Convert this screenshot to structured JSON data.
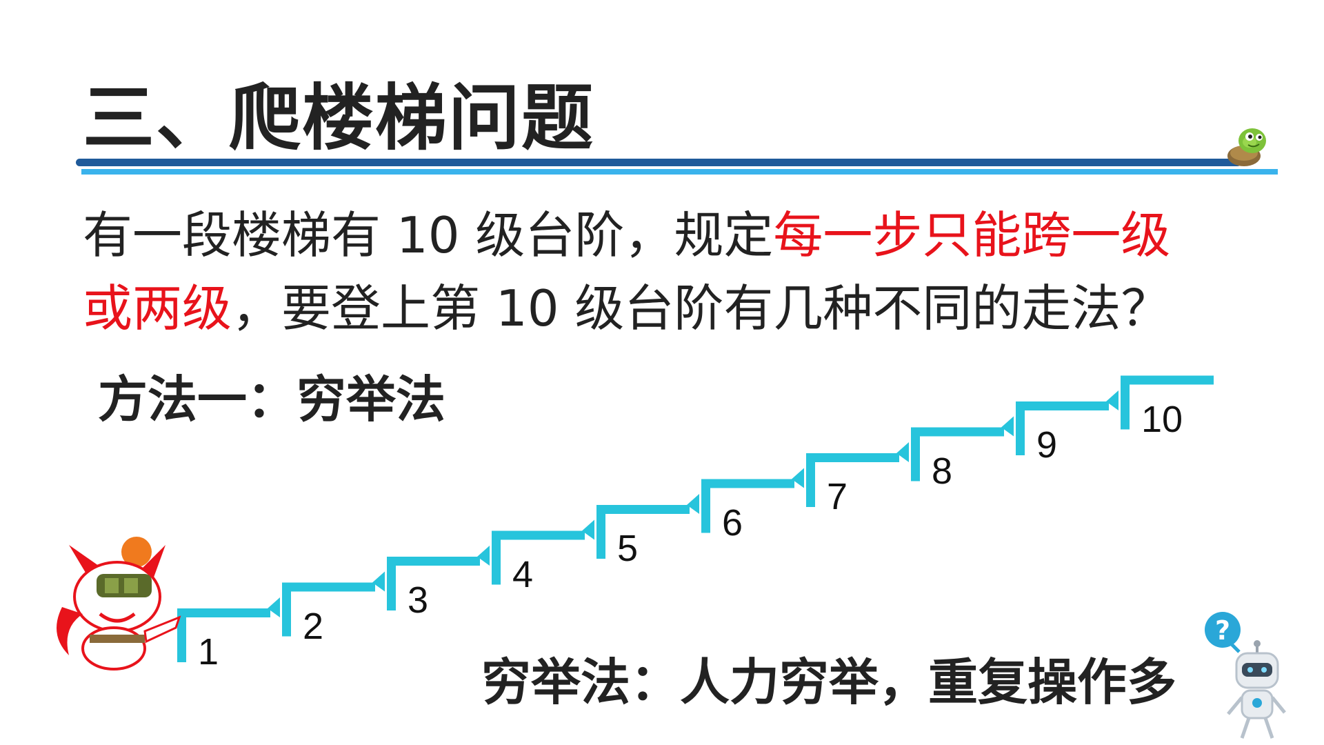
{
  "title": "三、爬楼梯问题",
  "problem": {
    "line1_prefix": "有一段楼梯有 10 级台阶，规定",
    "line1_highlight": "每一步只能跨一级",
    "line2_highlight": "或两级",
    "line2_suffix": "，要登上第 10 级台阶有几种不同的走法？"
  },
  "method_label": "方法一：穷举法",
  "summary": "穷举法：人力穷举，重复操作多",
  "stairs": {
    "labels": [
      "1",
      "2",
      "3",
      "4",
      "5",
      "6",
      "7",
      "8",
      "9",
      "10"
    ],
    "color": "#27c4dc"
  },
  "colors": {
    "highlight": "#e8131b",
    "rule_dark": "#1f5a9a",
    "rule_light": "#3ab3ec"
  },
  "icons": {
    "turtle": "turtle-mascot-icon",
    "fox": "fox-mascot-icon",
    "robot": "robot-question-icon"
  }
}
